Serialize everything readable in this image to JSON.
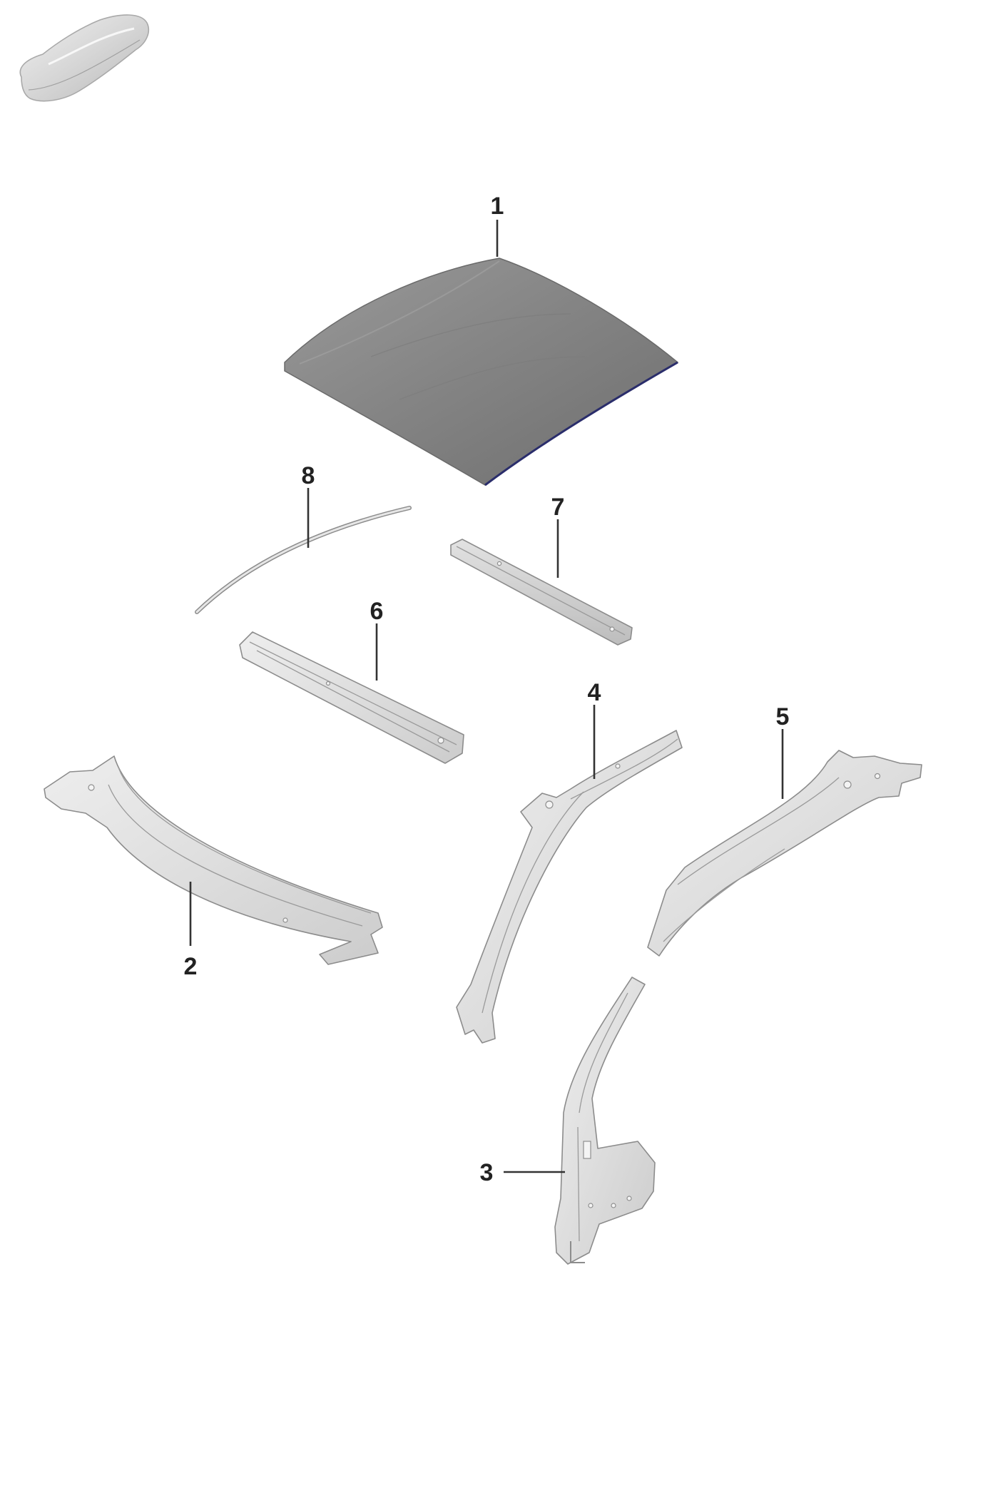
{
  "thumbnail": {
    "icon": "car-silhouette-icon"
  },
  "callouts": [
    {
      "number": "1",
      "part": "roof-panel"
    },
    {
      "number": "2",
      "part": "windshield-frame-cross-member"
    },
    {
      "number": "3",
      "part": "b-pillar-lower"
    },
    {
      "number": "4",
      "part": "a-pillar-inner"
    },
    {
      "number": "5",
      "part": "c-pillar-rail"
    },
    {
      "number": "6",
      "part": "roof-bow-front"
    },
    {
      "number": "7",
      "part": "roof-bow-rear"
    },
    {
      "number": "8",
      "part": "roof-trim-strip"
    }
  ],
  "colors": {
    "roof_dark": "#7a7a7a",
    "roof_light": "#b5b5b5",
    "part_light": "#e6e6e6",
    "part_mid": "#cfcfcf",
    "edge_blue": "#2a2d6b",
    "label": "#222222"
  }
}
